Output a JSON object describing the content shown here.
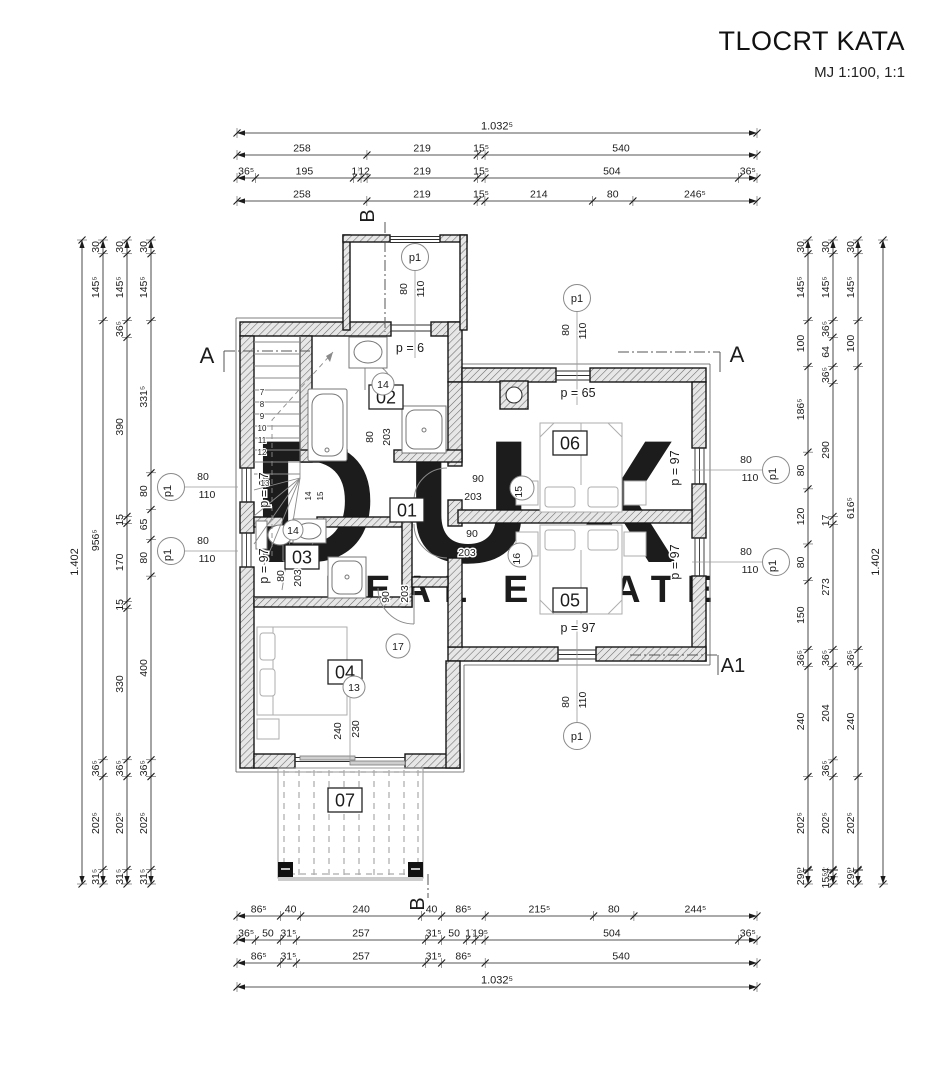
{
  "title": {
    "main": "TLOCRT KATA",
    "scale": "MJ 1:100, 1:1"
  },
  "watermark": {
    "line1": "DUX",
    "line2": "REAL ESTATE"
  },
  "dimensions": {
    "top": [
      [
        "1.032⁵"
      ],
      [
        "258",
        "219",
        "15⁵",
        "540"
      ],
      [
        "36⁵",
        "195",
        "15",
        "12",
        "219",
        "15⁵",
        "504",
        "36⁵"
      ],
      [
        "258",
        "219",
        "15⁵",
        "214",
        "80",
        "246⁵"
      ]
    ],
    "bottom": [
      [
        "86⁵",
        "40",
        "240",
        "40",
        "86⁵",
        "215⁵",
        "80",
        "244⁵"
      ],
      [
        "36⁵",
        "50",
        "31⁵",
        "257",
        "31⁵",
        "50",
        "17",
        "19⁵",
        "504",
        "36⁵"
      ],
      [
        "86⁵",
        "31⁵",
        "257",
        "31⁵",
        "86⁵",
        "540"
      ],
      [
        "1.032⁵"
      ]
    ],
    "left": [
      [
        "1.402"
      ],
      [
        "30",
        "145⁵",
        "956⁵",
        "36⁵",
        "202⁵",
        "31⁵"
      ],
      [
        "30",
        "145⁵",
        "36⁵",
        "390",
        "15",
        "170",
        "15",
        "330",
        "36⁵",
        "202⁵",
        "31⁵"
      ],
      [
        "30",
        "145⁵",
        "331⁵",
        "80",
        "65",
        "80",
        "400",
        "36⁵",
        "202⁵",
        "31⁵"
      ]
    ],
    "right": [
      [
        "30",
        "145⁵",
        "100",
        "186⁵",
        "80",
        "120",
        "80",
        "150",
        "36⁵",
        "240",
        "202⁵",
        "2",
        "29⁵"
      ],
      [
        "30",
        "145⁵",
        "36⁵",
        "64",
        "36⁵",
        "290",
        "17",
        "273",
        "36⁵",
        "204",
        "36⁵",
        "202⁵",
        "2",
        "14",
        "15⁵"
      ],
      [
        "30",
        "145⁵",
        "100",
        "616⁵",
        "36⁵",
        "240",
        "202⁵",
        "2",
        "29⁵"
      ],
      [
        "1.402"
      ]
    ]
  },
  "rooms": [
    "01",
    "02",
    "03",
    "04",
    "05",
    "06",
    "07"
  ],
  "door_marks": [
    "13",
    "14",
    "14",
    "15",
    "16",
    "17"
  ],
  "door_dims": [
    [
      "240",
      "230"
    ],
    [
      "80",
      "203"
    ],
    [
      "80",
      "203"
    ],
    [
      "90",
      "203"
    ],
    [
      "90",
      "203"
    ],
    [
      "90",
      "203"
    ]
  ],
  "window_mark": "p1",
  "window_dims": [
    "80",
    "110"
  ],
  "parapets": [
    "p = 6",
    "p = 65",
    "p = 97",
    "p = 97",
    "p = 97",
    "p = 97",
    "p = 97"
  ],
  "sections": [
    "A",
    "A",
    "A1",
    "B",
    "B"
  ],
  "stair_steps": [
    "7",
    "8",
    "9",
    "10",
    "11",
    "12",
    "13",
    "14",
    "15"
  ],
  "colors": {
    "line": "#1c1c1c",
    "wall_edge": "#161616",
    "light": "#8a8a8a",
    "furniture": "#a8a8a8",
    "fixture": "#777777",
    "watermark": "#e3e3e3"
  }
}
